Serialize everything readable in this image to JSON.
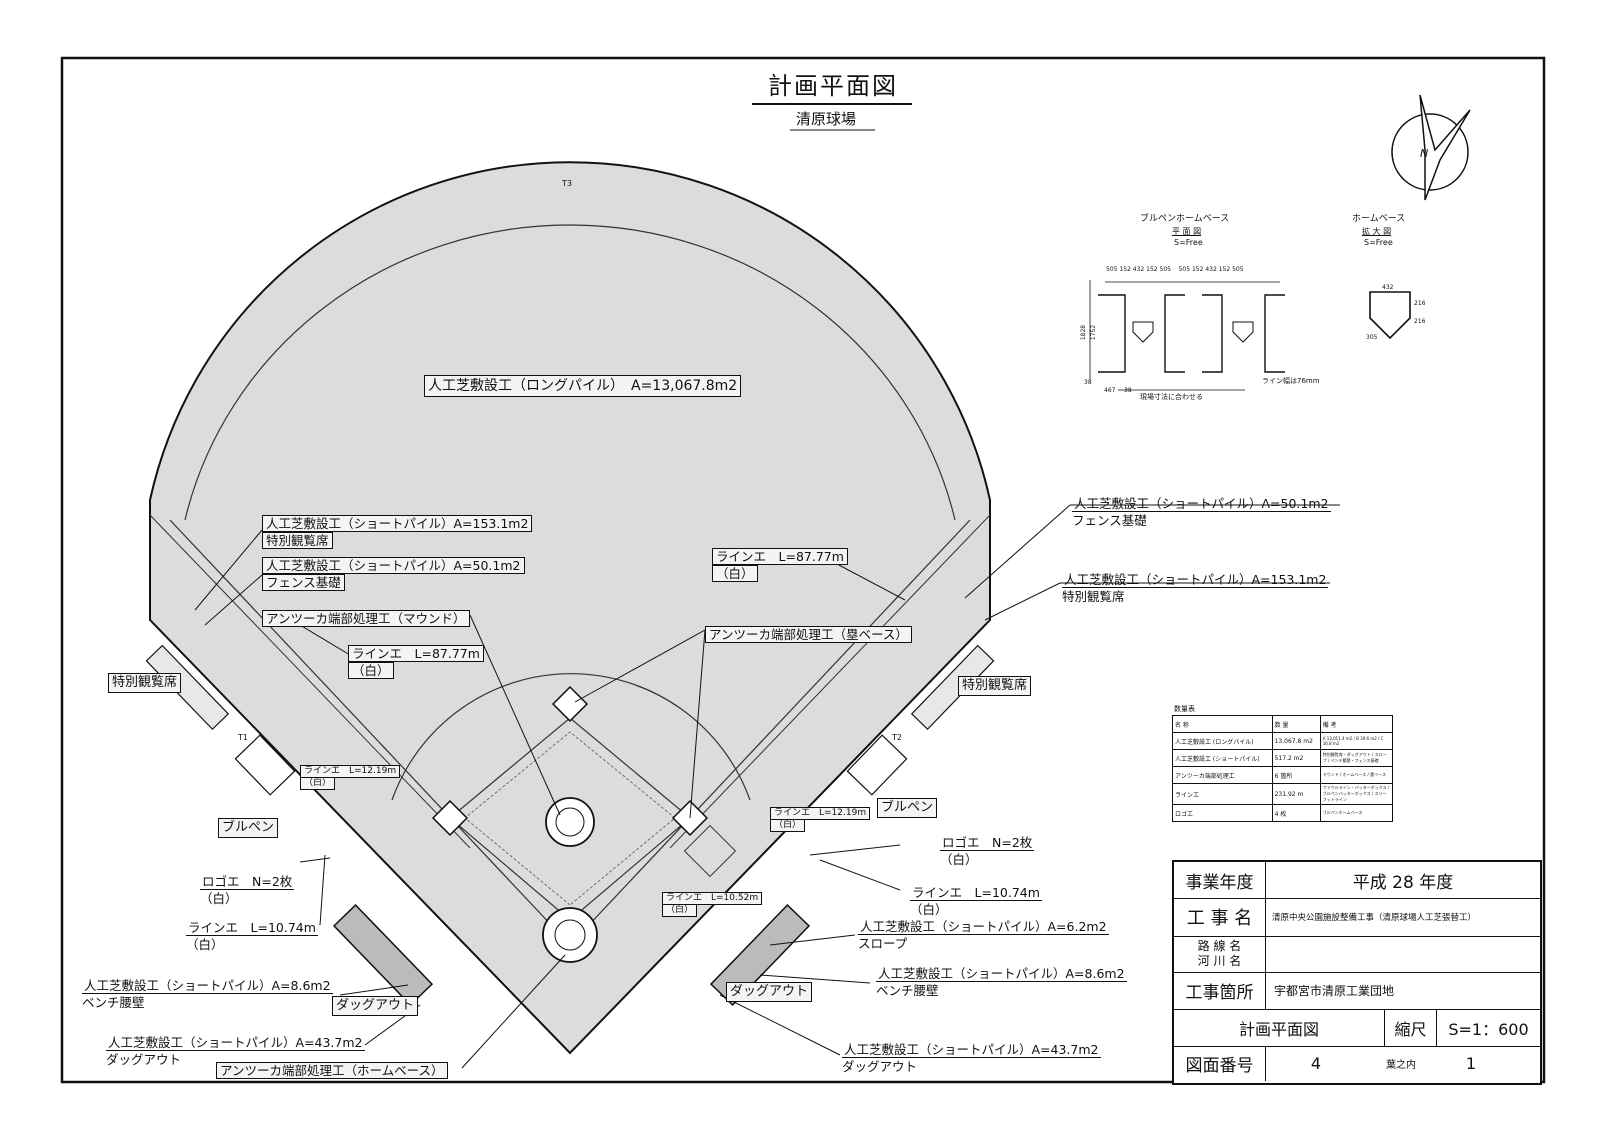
{
  "title": "計画平面図",
  "subtitle": "清原球場",
  "labels": {
    "main_turf": "人工芝敷設工（ロングパイル）　A=13,067.8m2",
    "left_special_turf": "人工芝敷設工（ショートパイル）A=153.1m2",
    "left_special_seat": "特別観覧席",
    "left_fence_turf": "人工芝敷設工（ショートパイル）A=50.1m2",
    "left_fence_base": "フェンス基礎",
    "mound_edge": "アンツーカ端部処理工（マウンド）",
    "left_line_turf": "ラインエ　L=87.77m",
    "left_line_white": "（白）",
    "right_line_turf": "ラインエ　L=87.77m",
    "right_line_white": "（白）",
    "base_edge": "アンツーカ端部処理工（塁ベース）",
    "right_fence_turf": "人工芝敷設工（ショートパイル）A=50.1m2",
    "right_fence_base": "フェンス基礎",
    "right_special_turf": "人工芝敷設工（ショートパイル）A=153.1m2",
    "right_special_seat": "特別観覧席",
    "left_seat_box": "特別観覧席",
    "right_seat_box": "特別観覧席",
    "left_small_line": "ラインエ　L=12.19m",
    "left_small_white": "（白）",
    "right_small_line": "ラインエ　L=12.19m",
    "right_small_white": "（白）",
    "left_bullpen": "ブルペン",
    "right_bullpen": "ブルペン",
    "left_logo": "ロゴエ　N=2枚",
    "left_logo_white": "（白）",
    "right_logo": "ロゴエ　N=2枚",
    "right_logo_white": "（白）",
    "left_line_1074": "ラインエ　L=10.74m",
    "left_line_1074_white": "（白）",
    "right_line_1074": "ラインエ　L=10.74m",
    "right_line_1074_white": "（白）",
    "center_line_1052": "ラインエ　L=10.52m",
    "center_line_1052_white": "（白）",
    "slope_turf": "人工芝敷設工（ショートパイル）A=6.2m2",
    "slope": "スロープ",
    "left_bench_turf": "人工芝敷設工（ショートパイル）A=8.6m2",
    "left_bench": "ベンチ腰壁",
    "right_bench_turf": "人工芝敷設工（ショートパイル）A=8.6m2",
    "right_bench": "ベンチ腰壁",
    "left_dugout_box": "ダッグアウト",
    "right_dugout_box": "ダッグアウト",
    "left_dugout_turf": "人工芝敷設工（ショートパイル）A=43.7m2",
    "left_dugout": "ダッグアウト",
    "right_dugout_turf": "人工芝敷設工（ショートパイル）A=43.7m2",
    "right_dugout": "ダッグアウト",
    "home_edge": "アンツーカ端部処理工（ホームベース）",
    "t1": "T1",
    "t2": "T2",
    "t3": "T3"
  },
  "details": {
    "bullpen_title": "ブルペンホームベース",
    "bullpen_sub": "平 面 図",
    "bullpen_scale": "S=Free",
    "home_title": "ホームベース",
    "home_sub": "拡 大 図",
    "home_scale": "S=Free",
    "dims_top": [
      "505",
      "152",
      "432",
      "152",
      "505",
      "505",
      "152",
      "432",
      "152",
      "505"
    ],
    "dim_left_a": "1828",
    "dim_left_b": "1752",
    "dim_bottom_a": "467",
    "dim_bottom_b": "38",
    "dim_bottom_c": "38",
    "note_site": "現場寸法に合わせる",
    "note_width": "ライン幅は76mm",
    "home_dim_top": "432",
    "home_dim_side": "216",
    "home_dim_side2": "216",
    "home_dim_diag": "305"
  },
  "quantity_table": {
    "caption": "数量表",
    "headers": [
      "名 称",
      "数 量",
      "備 考"
    ],
    "rows": [
      [
        "人工芝敷設工 (ロングパイル)",
        "13,067.8 m2",
        "A 13,011.4 m2 / B 39.6 m2 / C 16.8 m2"
      ],
      [
        "人工芝敷設工 (ショートパイル)",
        "517.2 m2",
        "特別観覧席・ダッグアウト / スロープ / ベンチ腰壁・フェンス基礎"
      ],
      [
        "アンツーカ端部処理工",
        "6 箇所",
        "マウンド / ホームベース / 塁ベース"
      ],
      [
        "ラインエ",
        "231.92 m",
        "ファウルライン・バッターボックス / ブルペンバッターボックス / スリーフットライン"
      ],
      [
        "ロゴエ",
        "4 枚",
        "ブルペンホームベース"
      ]
    ]
  },
  "title_block": {
    "year_label": "事業年度",
    "year_value": "平成 28 年度",
    "name_label": "工 事 名",
    "name_value": "清原中央公園施設整備工事（清原球場人工芝張替工）",
    "route_label": "路 線 名",
    "river_label": "河 川 名",
    "place_label": "工事箇所",
    "place_value": "宇都宮市清原工業団地",
    "drawing_label": "計画平面図",
    "scale_label": "縮尺",
    "scale_value": "S=1：600",
    "number_label": "図面番号",
    "number_value": "4",
    "of_label": "葉之内",
    "of_value": "1"
  },
  "compass": {
    "north": "N"
  }
}
